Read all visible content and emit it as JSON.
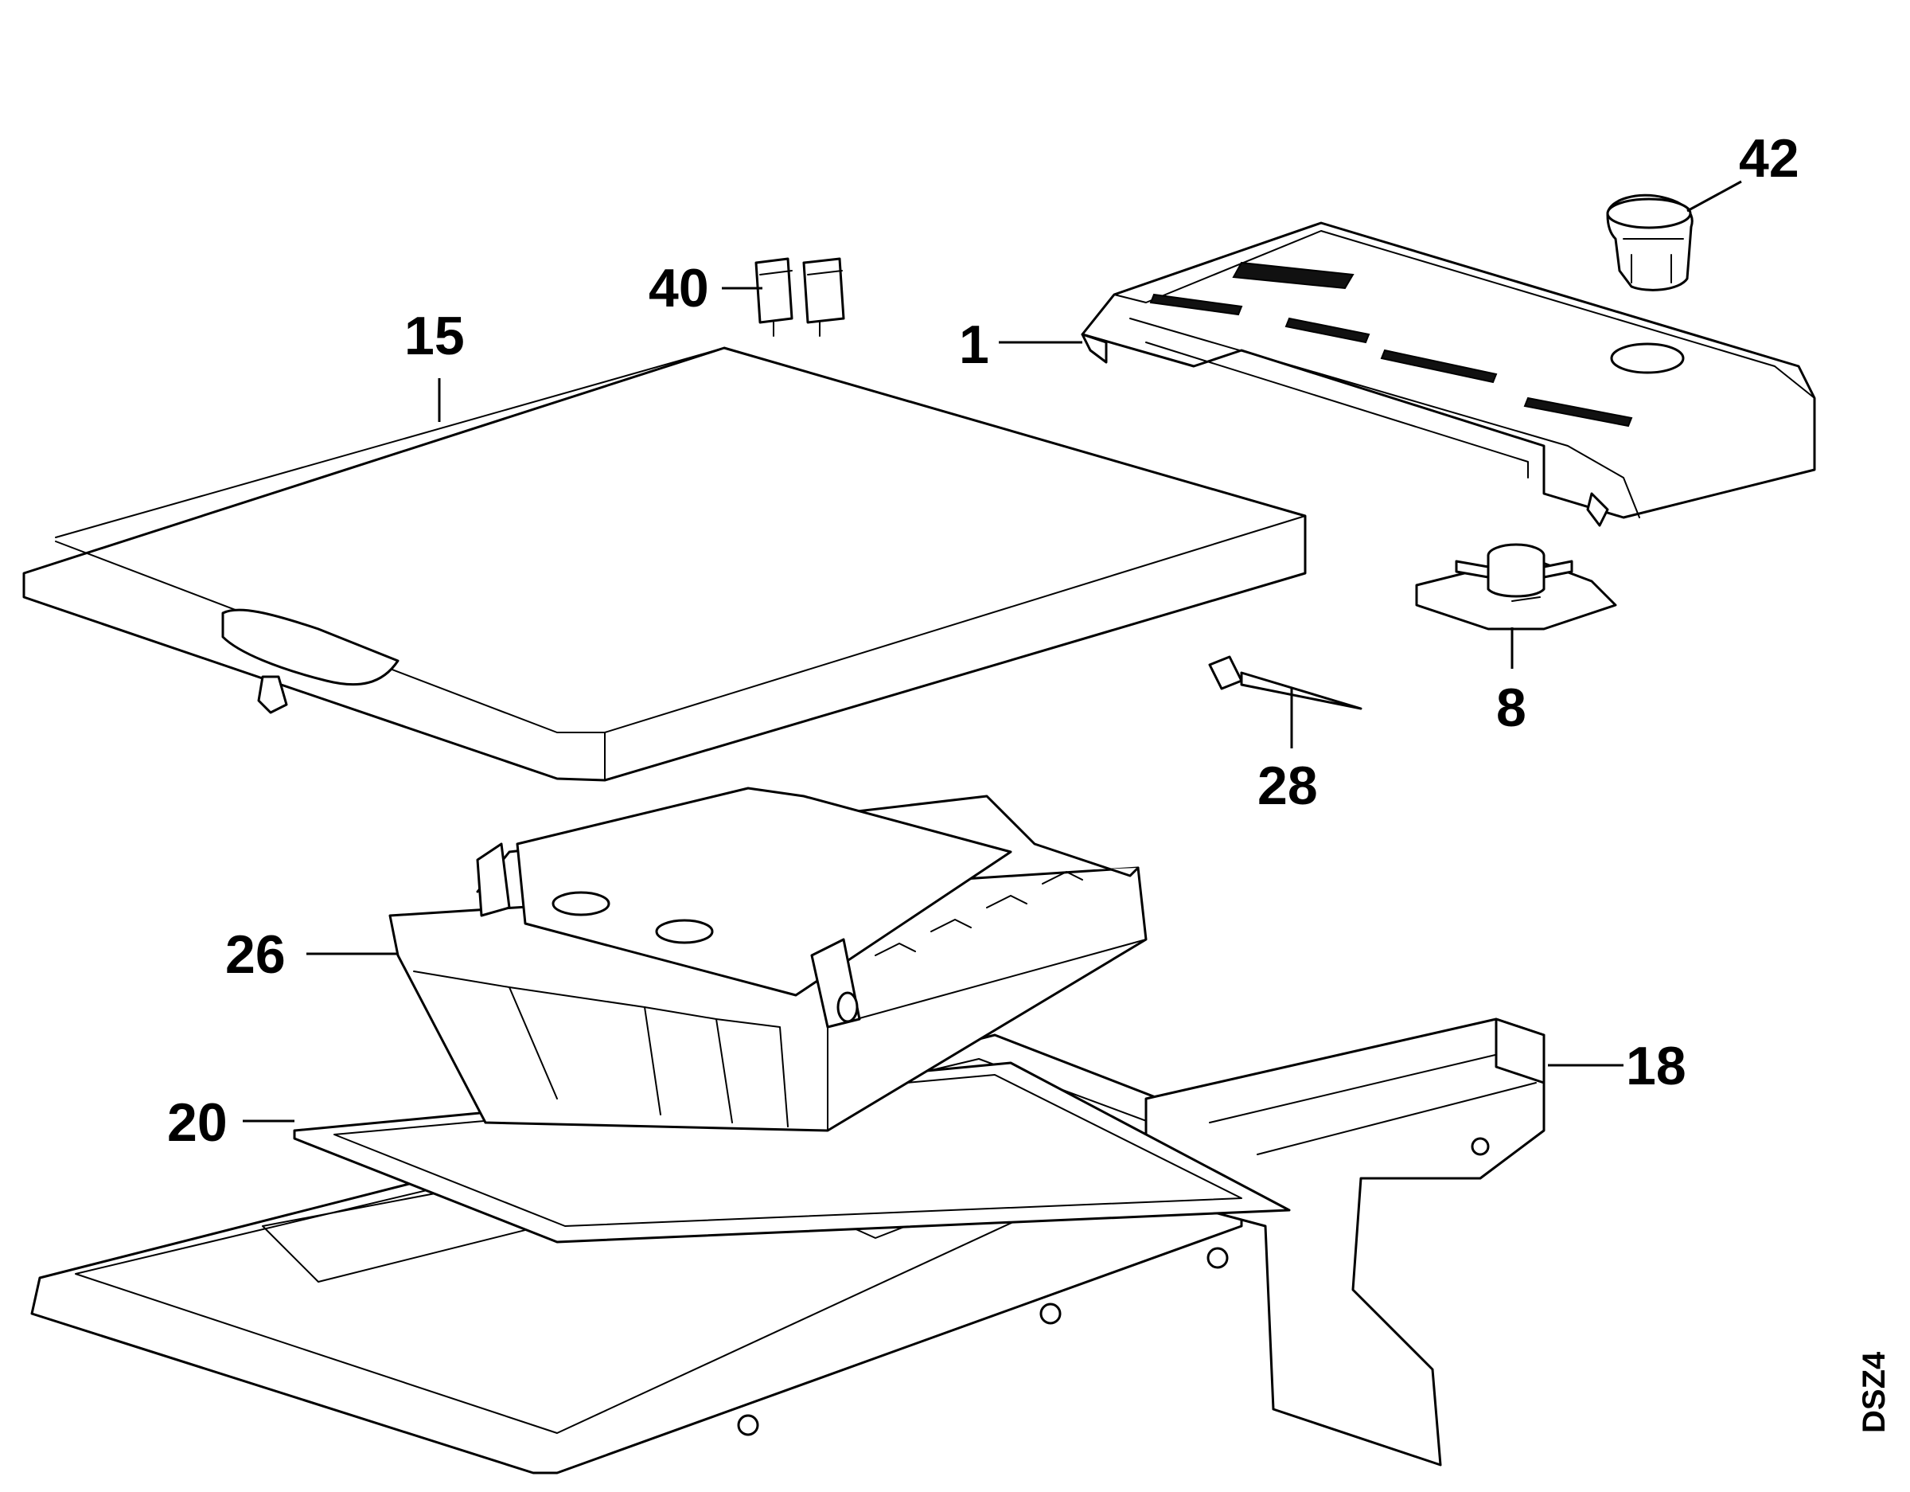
{
  "callouts": {
    "c1": "1",
    "c8": "8",
    "c15": "15",
    "c18": "18",
    "c20": "20",
    "c26": "26",
    "c28": "28",
    "c40": "40",
    "c42": "42"
  },
  "diagram_code": "DSZ4"
}
